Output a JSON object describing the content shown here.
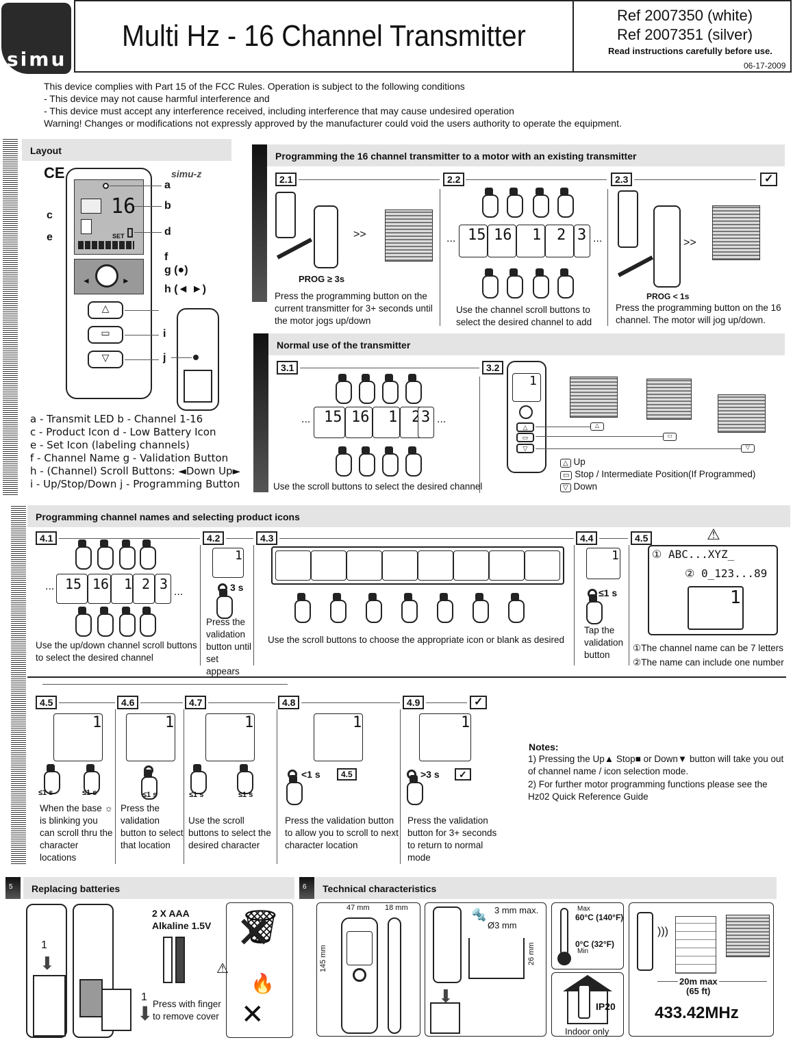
{
  "header": {
    "logo": "simu",
    "title": "Multi Hz - 16 Channel Transmitter",
    "ref_white": "Ref 2007350 (white)",
    "ref_silver": "Ref 2007351 (silver)",
    "read_instructions": "Read instructions carefully  before use.",
    "date": "06-17-2009"
  },
  "fcc": {
    "line1": "This device complies with Part 15 of the FCC Rules. Operation is subject to the following conditions",
    "line2": "- This device may not cause harmful interference and",
    "line3": "- This device must accept any interference received, including interference that may cause undesired operation",
    "line4": "Warning! Changes or modifications not expressly approved by the manufacturer could void the users authority to operate the equipment."
  },
  "layout": {
    "title": "Layout",
    "ce": "CE",
    "brand": "simu-z",
    "labels": [
      "a",
      "b",
      "c",
      "d",
      "e",
      "f",
      "g (●)",
      "h (◄ ►)",
      "i",
      "j"
    ],
    "lcd_channel": "16",
    "lcd_set": "SET",
    "legend": [
      "a - Transmit LED    b - Channel 1-16",
      "c - Product Icon   d - Low Battery Icon",
      "e - Set Icon (labeling channels)",
      "f - Channel Name     g - Validation Button",
      "h - (Channel) Scroll Buttons:  ◄Down    Up►",
      "i - Up/Stop/Down      j - Programming Button"
    ]
  },
  "section2": {
    "title": "Programming the 16 channel transmitter to a motor with an existing transmitter",
    "steps": [
      "2.1",
      "2.2",
      "2.3"
    ],
    "prog_long": "PROG ≥ 3s",
    "prog_short": "PROG < 1s",
    "channels": [
      "15",
      "16",
      "1",
      "2",
      "3"
    ],
    "caption1": "Press the programming button on the current transmitter for 3+ seconds until the motor jogs up/down",
    "caption2": "Use the channel scroll buttons to select the desired channel to add",
    "caption3": "Press the programming button on the 16 channel. The motor will jog up/down."
  },
  "section3": {
    "title": "Normal use of the transmitter",
    "steps": [
      "3.1",
      "3.2"
    ],
    "channels": [
      "15",
      "16",
      "1",
      "2",
      "3"
    ],
    "caption": "Use the scroll buttons to select the desired channel",
    "up": "Up",
    "stop": "Stop / Intermediate Position(If Programmed)",
    "down": "Down"
  },
  "section4": {
    "title": "Programming channel names and selecting product icons",
    "steps_top": [
      "4.1",
      "4.2",
      "4.3",
      "4.4",
      "4.5"
    ],
    "caption41": "Use the up/down channel scroll buttons to select the desired channel",
    "hold3s": "3 s",
    "caption42": "Press the validation button until set appears",
    "caption43": "Use the scroll buttons to choose the appropriate icon or blank as desired",
    "le1s": "≤1 s",
    "caption44": "Tap the validation button",
    "name_chars": "① ABC...XYZ_",
    "name_digits": "② 0_123...89",
    "note1": "①The channel name can be 7 letters",
    "note2": "②The name can include one number",
    "steps_bottom": [
      "4.5",
      "4.6",
      "4.7",
      "4.8",
      "4.9"
    ],
    "caption45": "When the base ☼ is blinking you can scroll thru the character locations",
    "caption46": "Press the validation button to select that location",
    "caption47": "Use the scroll buttons to select the desired character",
    "caption48": "Press the validation button to allow you to scroll to next character location",
    "caption49": "Press the validation button for 3+ seconds to return to normal mode",
    "lt1s": "<1 s",
    "gt3s": ">3 s",
    "notes_title": "Notes:",
    "notes1": "1) Pressing the Up▲ Stop■ or Down▼ button will take you out of channel name / icon selection mode.",
    "notes2": "2) For further motor programming functions please see the Hz02 Quick Reference Guide"
  },
  "section5": {
    "num": "5",
    "title": "Replacing batteries",
    "batteries": "2 X AAA",
    "alkaline": "Alkaline 1.5V",
    "remove": "Press with finger to remove cover",
    "step_num": "1"
  },
  "section6": {
    "num": "6",
    "title": "Technical characteristics",
    "width": "47 mm",
    "depth": "18 mm",
    "height": "145 mm",
    "screw_max": "3 mm max.",
    "screw_dia": "Ø3 mm",
    "bracket": "26 mm",
    "temp_max_label": "Max",
    "temp_max": "60°C (140°F)",
    "temp_min": "0°C (32°F)",
    "temp_min_label": "Min",
    "ip": "IP20",
    "indoor": "Indoor only",
    "range": "20m max",
    "range_ft": "(65 ft)",
    "frequency": "433.42MHz"
  }
}
